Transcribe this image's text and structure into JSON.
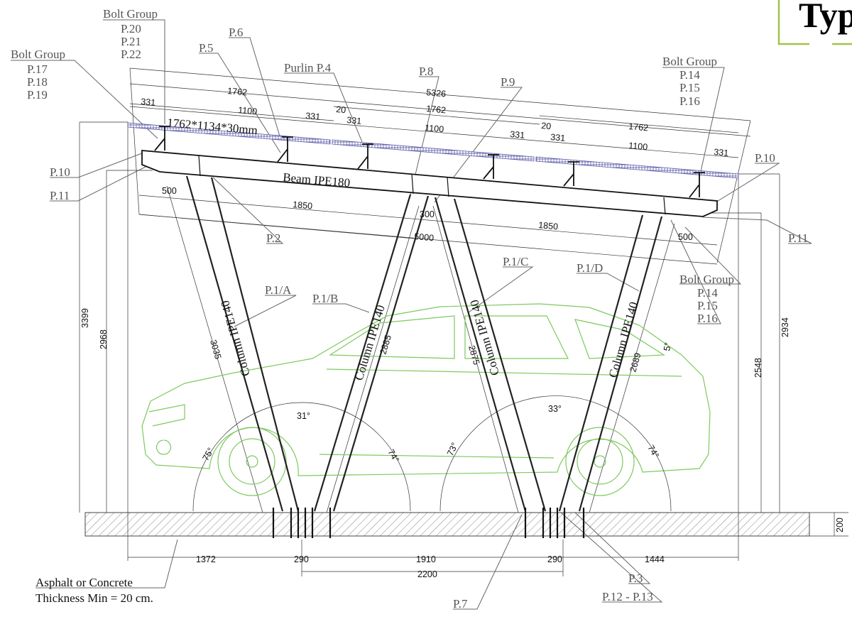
{
  "title": "Typ",
  "accent_color": "#a5c24a",
  "car_color": "#7dc95e",
  "panel_color": "#5a5aa8",
  "callouts": {
    "bolt_group_top": {
      "label": "Bolt Group",
      "parts": [
        "P.20",
        "P.21",
        "P.22"
      ]
    },
    "bolt_group_left": {
      "label": "Bolt Group",
      "parts": [
        "P.17",
        "P.18",
        "P.19"
      ]
    },
    "bolt_group_right_top": {
      "label": "Bolt Group",
      "parts": [
        "P.14",
        "P.15",
        "P.16"
      ]
    },
    "bolt_group_right_mid": {
      "label": "Bolt Group",
      "parts": [
        "P.14",
        "P.15",
        "P.16"
      ]
    },
    "p6": "P.6",
    "p5": "P.5",
    "purlin": "Purlin P.4",
    "p8": "P.8",
    "p9": "P.9",
    "p10_left": "P.10",
    "p11_left": "P.11",
    "p10_right": "P.10",
    "p11_right": "P.11",
    "p2": "P.2",
    "p1a": "P.1/A",
    "p1b": "P.1/B",
    "p1c": "P.1/C",
    "p1d": "P.1/D",
    "p3": "P.3",
    "p12_13": "P.12 - P.13",
    "p7": "P.7"
  },
  "components": {
    "panel": "1762*1134*30mm",
    "beam": "Beam IPE180",
    "column": "Column IPE140"
  },
  "dimensions": {
    "top": [
      "1762",
      "5326",
      "1762",
      "1762"
    ],
    "panel_row": [
      "331",
      "1100",
      "331",
      "20",
      "331",
      "1100",
      "331",
      "20",
      "331",
      "1100",
      "331"
    ],
    "beam": [
      "500",
      "1850",
      "300",
      "5000",
      "1850",
      "500"
    ],
    "columns": [
      "3035",
      "2885",
      "2875",
      "2689"
    ],
    "tilt": "5°",
    "heights": [
      "3399",
      "2968",
      "2934",
      "2548"
    ],
    "ground": "200",
    "angles": [
      "31°",
      "33°",
      "75°",
      "74°",
      "73°",
      "74°"
    ],
    "bottom": [
      "1372",
      "290",
      "1910",
      "290",
      "1444"
    ],
    "bottom_total": "2200"
  },
  "ground_note": [
    "Asphalt or Concrete",
    "Thickness Min = 20 cm."
  ]
}
